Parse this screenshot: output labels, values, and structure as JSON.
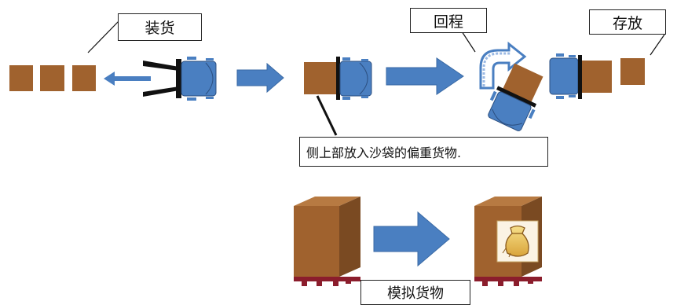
{
  "labels": {
    "loading": "装货",
    "return": "回程",
    "storage": "存放",
    "note": "侧上部放入沙袋的偏重货物.",
    "simulated_cargo": "模拟货物"
  },
  "colors": {
    "box_brown": "#a0622e",
    "forklift_blue": "#4a7fc1",
    "arrow_blue": "#4a7fc1",
    "line": "#111111"
  },
  "icons": [
    "cargo-box-icon",
    "forklift-icon",
    "arrow-right-icon",
    "arrow-left-icon",
    "u-turn-arrow-icon",
    "pallet-box-icon",
    "sandbag-icon"
  ]
}
